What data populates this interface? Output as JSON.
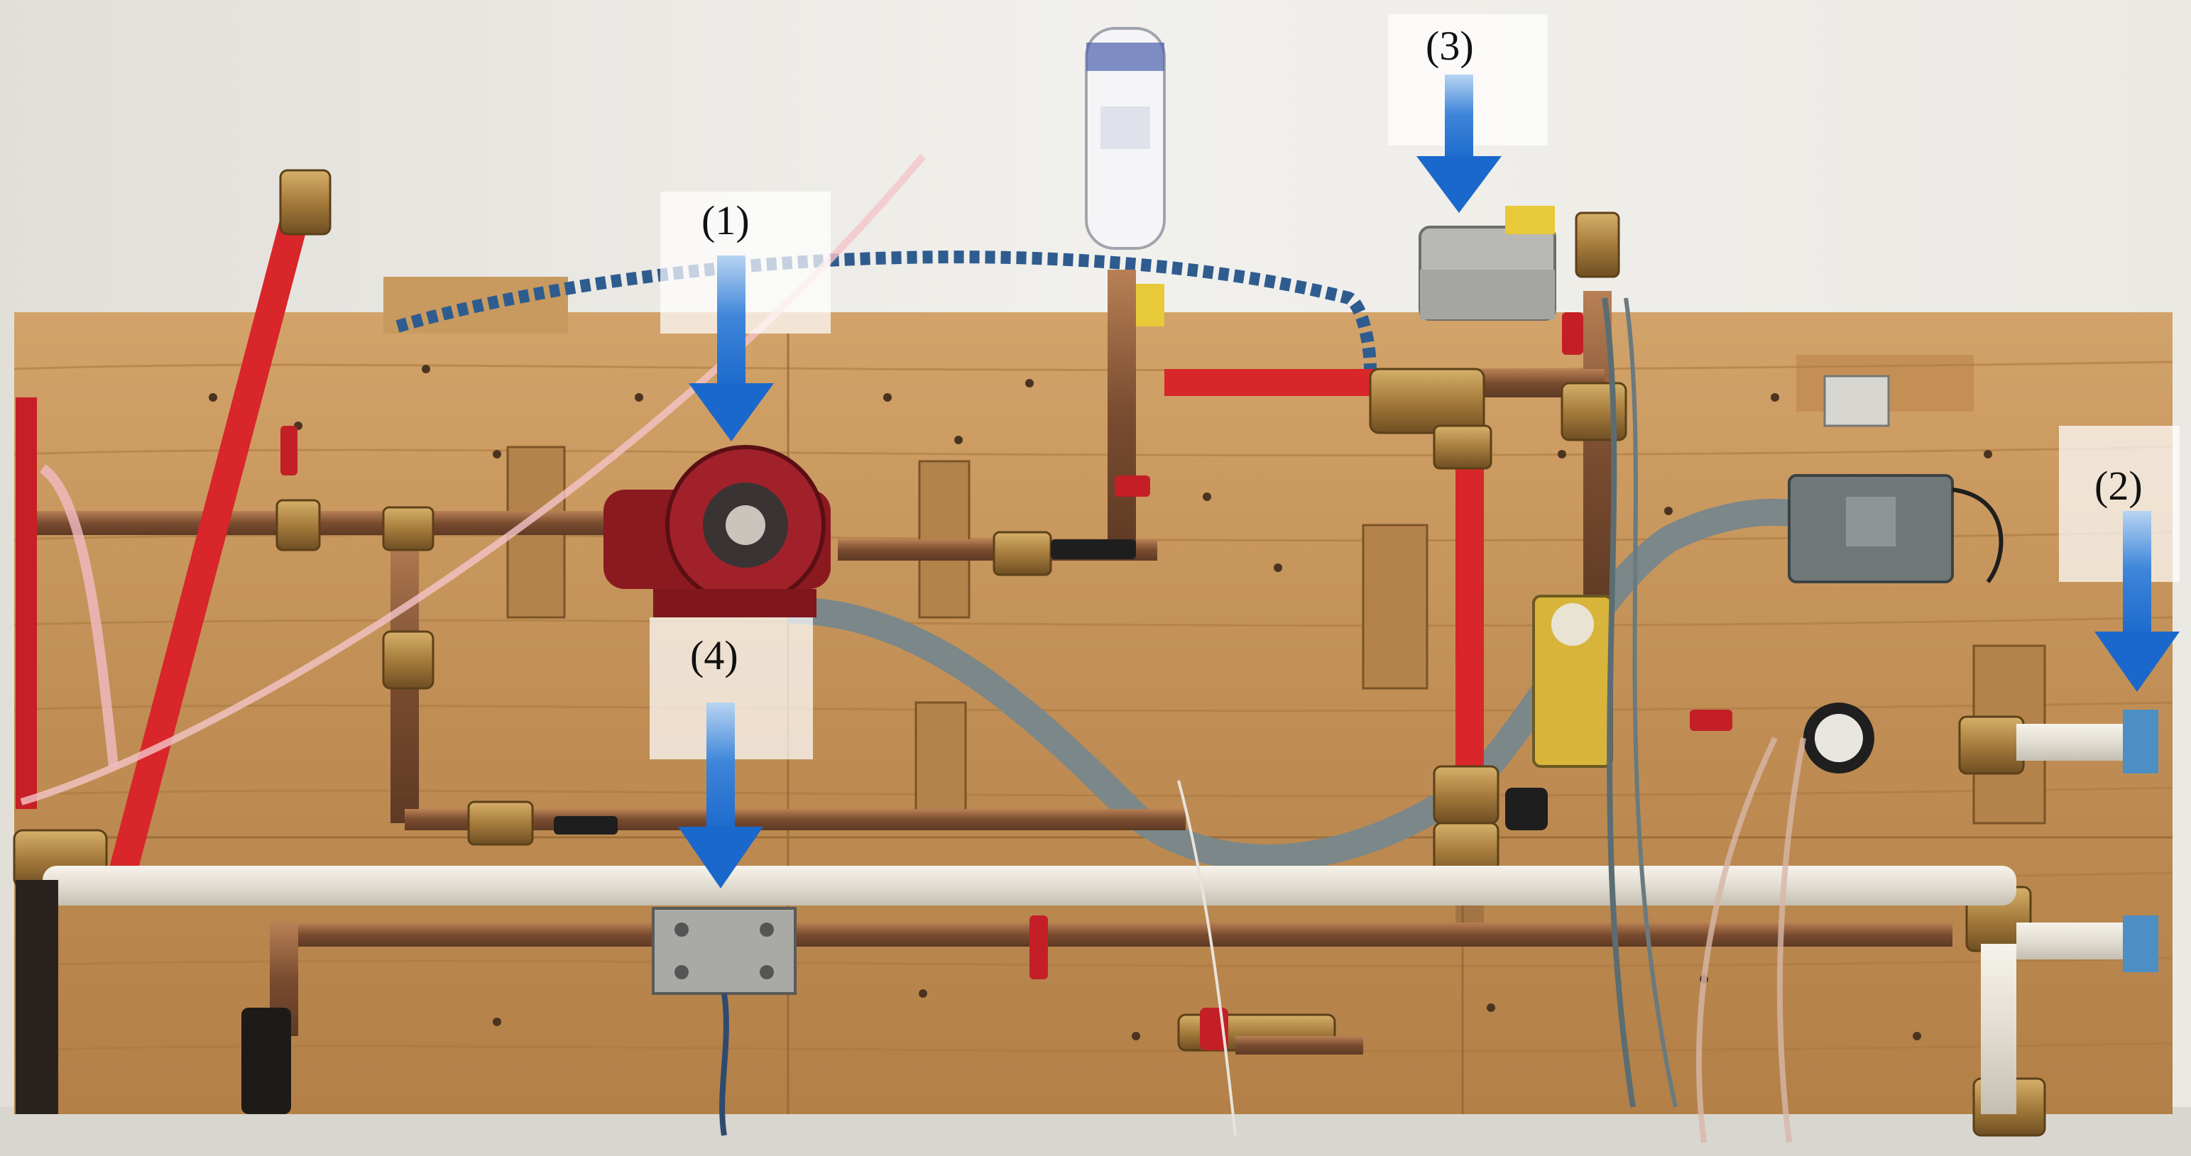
{
  "markers": [
    {
      "label": "(1)",
      "arrow_color": "#1d6fd0"
    },
    {
      "label": "(2)",
      "arrow_color": "#1d6fd0"
    },
    {
      "label": "(3)",
      "arrow_color": "#1d6fd0"
    },
    {
      "label": "(4)",
      "arrow_color": "#1d6fd0"
    }
  ],
  "colors": {
    "wall": "#ecebe8",
    "plywood": "#c89a5f",
    "copper_pipe": "#8a5a3c",
    "red_pipe": "#d8262a",
    "white_pipe": "#e8e4dc",
    "grey_conduit": "#7d8a8c",
    "pump_body": "#9c1c22",
    "arrow_blue": "#1d6fd0"
  }
}
